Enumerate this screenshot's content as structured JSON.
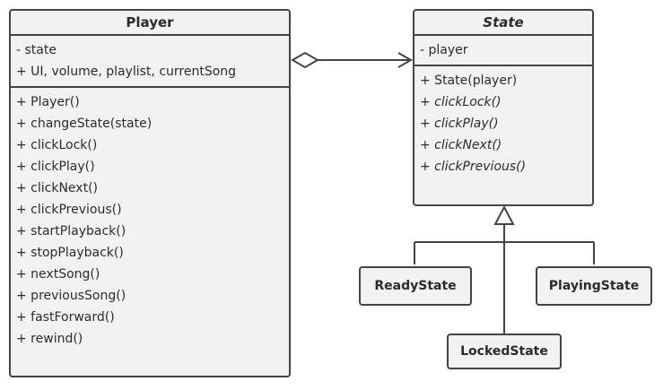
{
  "player": {
    "title": "Player",
    "fields": [
      "- state",
      "+ UI, volume, playlist, currentSong"
    ],
    "methods": [
      "+ Player()",
      "+ changeState(state)",
      "+ clickLock()",
      "+ clickPlay()",
      "+ clickNext()",
      "+ clickPrevious()",
      "+ startPlayback()",
      "+ stopPlayback()",
      "+ nextSong()",
      "+ previousSong()",
      "+ fastForward()",
      "+ rewind()"
    ]
  },
  "state": {
    "title": "State",
    "fields": [
      "- player"
    ],
    "methods": [
      {
        "text": "+ State(player)",
        "abstract": false
      },
      {
        "text": "+ clickLock()",
        "abstract": true
      },
      {
        "text": "+ clickPlay()",
        "abstract": true
      },
      {
        "text": "+ clickNext()",
        "abstract": true
      },
      {
        "text": "+ clickPrevious()",
        "abstract": true
      }
    ]
  },
  "subclasses": {
    "ready": "ReadyState",
    "playing": "PlayingState",
    "locked": "LockedState"
  }
}
